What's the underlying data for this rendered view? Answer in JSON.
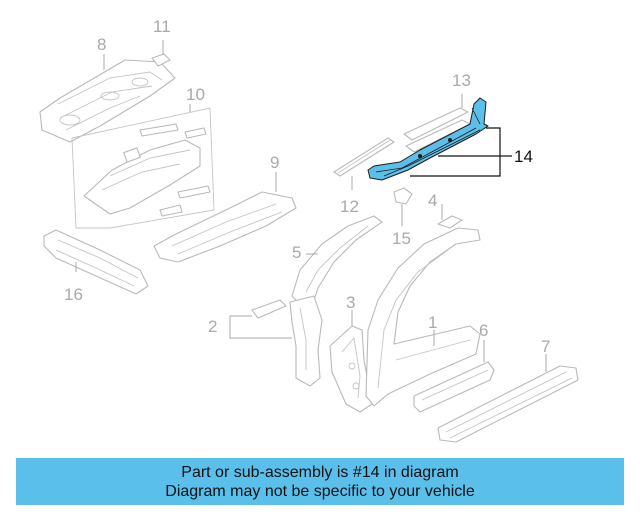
{
  "diagram": {
    "callouts": [
      "1",
      "2",
      "3",
      "4",
      "5",
      "6",
      "7",
      "8",
      "9",
      "10",
      "11",
      "12",
      "13",
      "14",
      "15",
      "16"
    ],
    "highlighted_callout": "14",
    "highlight_color": "#5bbfe9",
    "part_line_color": "#b9b9b9",
    "callout_color": "#a9a9a9"
  },
  "banner": {
    "line1": "Part or sub-assembly is #14 in diagram",
    "line2": "Diagram may not be specific to your vehicle",
    "background": "#5bbfec"
  }
}
